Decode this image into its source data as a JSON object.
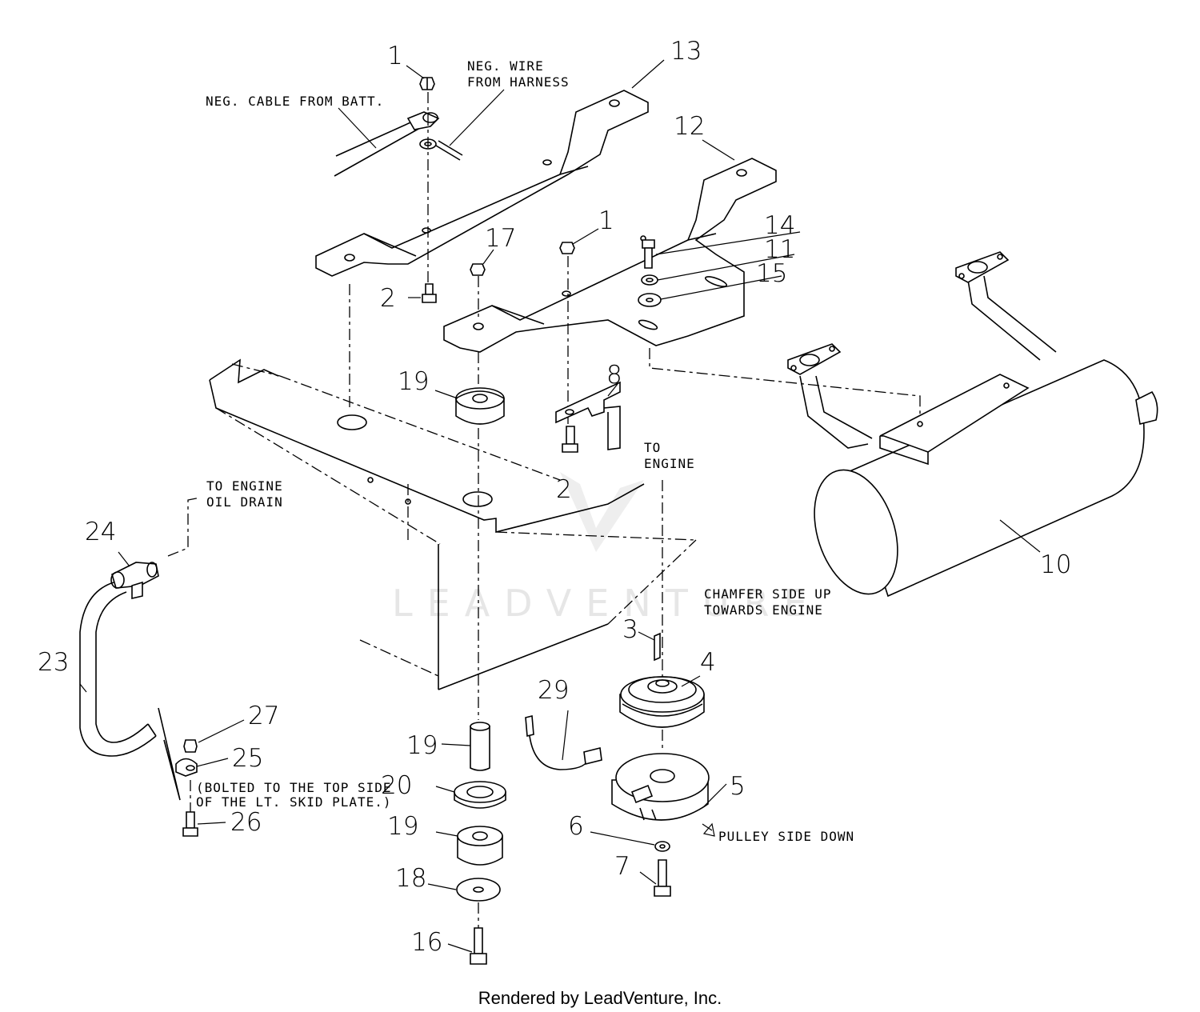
{
  "diagram": {
    "callouts": {
      "c1a": "1",
      "c1b": "1",
      "c2a": "2",
      "c2b": "2",
      "c3": "3",
      "c4": "4",
      "c5": "5",
      "c6": "6",
      "c7": "7",
      "c8": "8",
      "c10": "10",
      "c11": "11",
      "c12": "12",
      "c13": "13",
      "c14": "14",
      "c15": "15",
      "c16": "16",
      "c17": "17",
      "c18": "18",
      "c19a": "19",
      "c19b": "19",
      "c19c": "19",
      "c20": "20",
      "c23": "23",
      "c24": "24",
      "c25": "25",
      "c26": "26",
      "c27": "27",
      "c29": "29"
    },
    "notes": {
      "neg_cable": "NEG. CABLE FROM BATT.",
      "neg_wire_1": "NEG. WIRE",
      "neg_wire_2": "FROM HARNESS",
      "to_engine_1": "TO",
      "to_engine_2": "ENGINE",
      "oil_drain_1": "TO ENGINE",
      "oil_drain_2": "OIL DRAIN",
      "chamfer_1": "CHAMFER SIDE UP",
      "chamfer_2": "TOWARDS ENGINE",
      "pulley_side": "PULLEY SIDE DOWN",
      "bolted_1": "(BOLTED TO THE TOP SIDE",
      "bolted_2": "OF THE LT. SKID PLATE.)"
    }
  },
  "watermark": "LEADVENTURE",
  "footer": "Rendered by LeadVenture, Inc."
}
